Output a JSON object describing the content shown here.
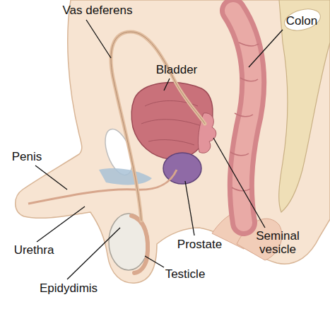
{
  "diagram": {
    "labels": [
      "Vas deferens",
      "Bladder",
      "Colon",
      "Penis",
      "Urethra",
      "Prostate",
      "Seminal vesicle",
      "Epidydimis",
      "Testicle"
    ]
  }
}
